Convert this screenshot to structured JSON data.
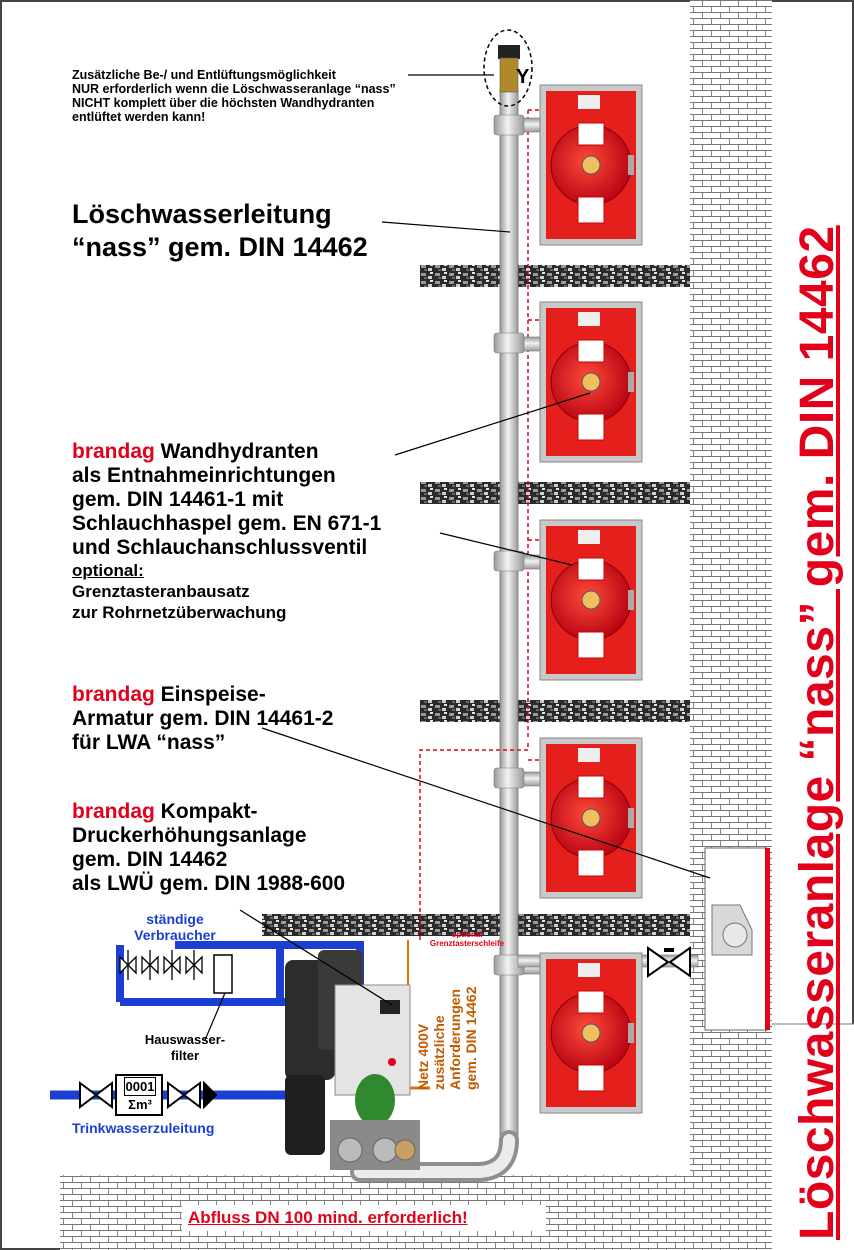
{
  "title_vertical": "Löschwasseranlage “nass” gem. DIN 14462",
  "vent_note": [
    "Zusätzliche Be-/ und Entlüftungsmöglichkeit",
    "NUR  erforderlich wenn die Löschwasseranlage “nass”",
    "NICHT komplett über die höchsten Wandhydranten",
    "entlüftet werden kann!"
  ],
  "pipe_label": [
    "Löschwasserleitung",
    "“nass” gem. DIN 14462"
  ],
  "hydrant_label": {
    "brand": "brandag",
    "line1": " Wandhydranten",
    "rest": [
      "als Entnahmeinrichtungen",
      "gem. DIN 14461-1 mit",
      "Schlauchhaspel gem. EN 671-1",
      "und Schlauchanschlussventil"
    ],
    "optional": "optional:",
    "opt_lines": [
      "Grenztasteranbausatz",
      "zur Rohrnetzüberwachung"
    ]
  },
  "feed_label": {
    "brand": "brandag",
    "line1": " Einspeise-",
    "rest": [
      "Armatur gem. DIN 14461-2",
      "für LWA “nass”"
    ]
  },
  "pump_label": {
    "brand": "brandag",
    "line1": " Kompakt-",
    "rest": [
      "Druckerhöhungsanlage",
      "gem. DIN 14462",
      "als LWÜ gem. DIN 1988-600"
    ]
  },
  "consumers": [
    "ständige",
    "Verbraucher"
  ],
  "filter": [
    "Hauswasser-",
    "filter"
  ],
  "meter": {
    "digits": "0001",
    "unit": "Σm³"
  },
  "supply": "Trinkwasserzuleitung",
  "optional_loop": [
    "optional",
    "Grenztasterschleife"
  ],
  "power_notes": [
    "Netz 400V",
    "zusätzliche",
    "Anforderungen",
    "gem. DIN 14462"
  ],
  "drain": "Abfluss DN 100 mind. erforderlich!",
  "colors": {
    "red": "#e3001b",
    "blue": "#1a3fd1",
    "orange": "#e07000",
    "pipe": "#c8c8c8"
  }
}
